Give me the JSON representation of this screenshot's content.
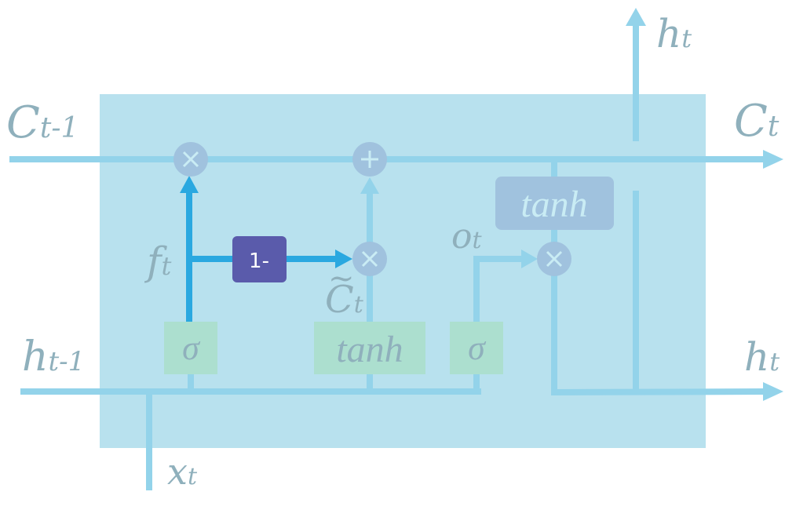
{
  "diagram": {
    "title": "LSTM cell (coupled forget/input gate variant)",
    "colors": {
      "cell_background": "#b8e1ee",
      "line": "#93d3ea",
      "highlight_line": "#2aa8e0",
      "operator_node": "#a0c2de",
      "gate_box": "#acdfcf",
      "one_minus_box": "#5a5bab",
      "label_text": "#8fb0bc",
      "tanh_output_box": "#a0c2de"
    },
    "labels": {
      "c_prev_main": "C",
      "c_prev_sub": "t-1",
      "c_next_main": "C",
      "c_next_sub": "t",
      "h_prev_main": "h",
      "h_prev_sub": "t-1",
      "h_out_top_main": "h",
      "h_out_top_sub": "t",
      "h_out_right_main": "h",
      "h_out_right_sub": "t",
      "x_main": "x",
      "x_sub": "t",
      "f_main": "f",
      "f_sub": "t",
      "c_tilde_main": "C",
      "c_tilde_accent": "~",
      "c_tilde_sub": "t",
      "o_main": "o",
      "o_sub": "t"
    },
    "gates": [
      {
        "id": "forget",
        "label": "σ"
      },
      {
        "id": "candidate",
        "label": "tanh"
      },
      {
        "id": "output",
        "label": "σ"
      }
    ],
    "operators": [
      {
        "id": "forget-multiply",
        "symbol": "×"
      },
      {
        "id": "cell-add",
        "symbol": "+"
      },
      {
        "id": "input-multiply",
        "symbol": "×"
      },
      {
        "id": "output-multiply",
        "symbol": "×"
      }
    ],
    "one_minus_label": "1-",
    "cell_tanh_label": "tanh"
  }
}
